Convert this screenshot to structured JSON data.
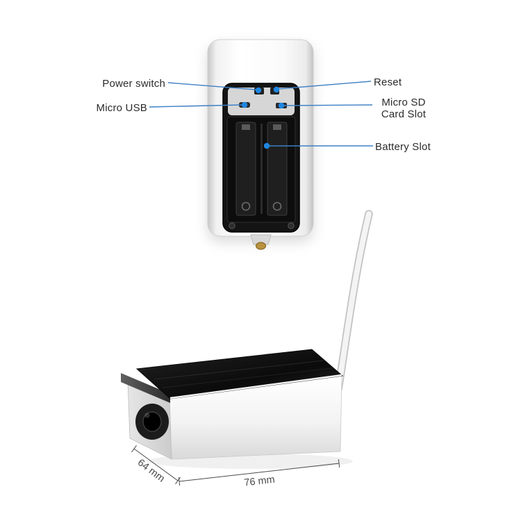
{
  "product": {
    "back_view_callouts": {
      "power_switch": "Power switch",
      "reset": "Reset",
      "micro_usb": "Micro USB",
      "micro_sd_line1": "Micro SD",
      "micro_sd_line2": "Card Slot",
      "battery_slot": "Battery Slot"
    },
    "dimensions": {
      "depth": "64 mm",
      "width": "76 mm"
    }
  },
  "colors": {
    "callout_line": "#3f80c6",
    "callout_dot": "#1f86e0",
    "label_text": "#2b2b2b",
    "dimension_text": "#4a4a4a"
  }
}
